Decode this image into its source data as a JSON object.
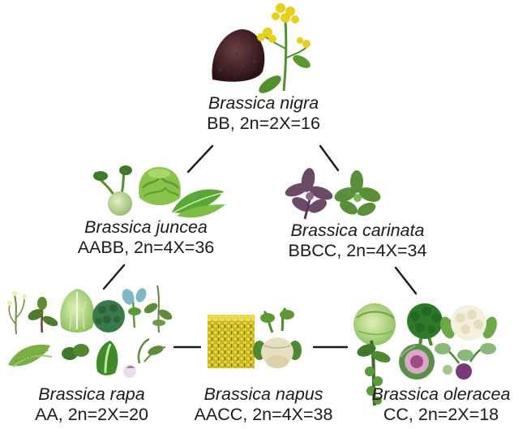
{
  "nodes": {
    "nigra": {
      "species": "Brassica nigra",
      "genome": "BB, 2n=2X=16"
    },
    "juncea": {
      "species": "Brassica juncea",
      "genome": "AABB, 2n=4X=36"
    },
    "carinata": {
      "species": "Brassica carinata",
      "genome": "BBCC, 2n=4X=34"
    },
    "rapa": {
      "species": "Brassica rapa",
      "genome": "AA, 2n=2X=20"
    },
    "napus": {
      "species": "Brassica napus",
      "genome": "AACC, 2n=4X=38"
    },
    "oleracea": {
      "species": "Brassica oleracea",
      "genome": "CC, 2n=2X=18"
    }
  },
  "colors": {
    "line": "#1a1a1a",
    "leaf_green": "#4f8f2c",
    "leaf_dark": "#2f6a1c",
    "flower_yellow": "#e6cf1e",
    "seed_dark": "#3a1a1e",
    "purple_leaf": "#6b4a66",
    "cabbage_pale": "#b9d98a"
  },
  "icons": {
    "nigra": [
      "black-seed-pile-icon",
      "yellow-mustard-flower-icon"
    ],
    "juncea": [
      "kohlrabi-bulb-icon",
      "curly-lettuce-icon",
      "leafy-mustard-green-icon"
    ],
    "carinata": [
      "purple-rosette-icon",
      "green-rosette-icon"
    ],
    "rapa": [
      "flowering-plant-icon",
      "napa-cabbage-icon",
      "broccoli-raab-icon",
      "turnip-icon",
      "bok-choy-icon"
    ],
    "napus": [
      "rapeseed-field-icon",
      "rutabaga-icon"
    ],
    "oleracea": [
      "cabbage-icon",
      "broccoli-icon",
      "cauliflower-icon",
      "ornamental-kale-icon",
      "kohlrabi-icon",
      "collard-icon"
    ]
  }
}
